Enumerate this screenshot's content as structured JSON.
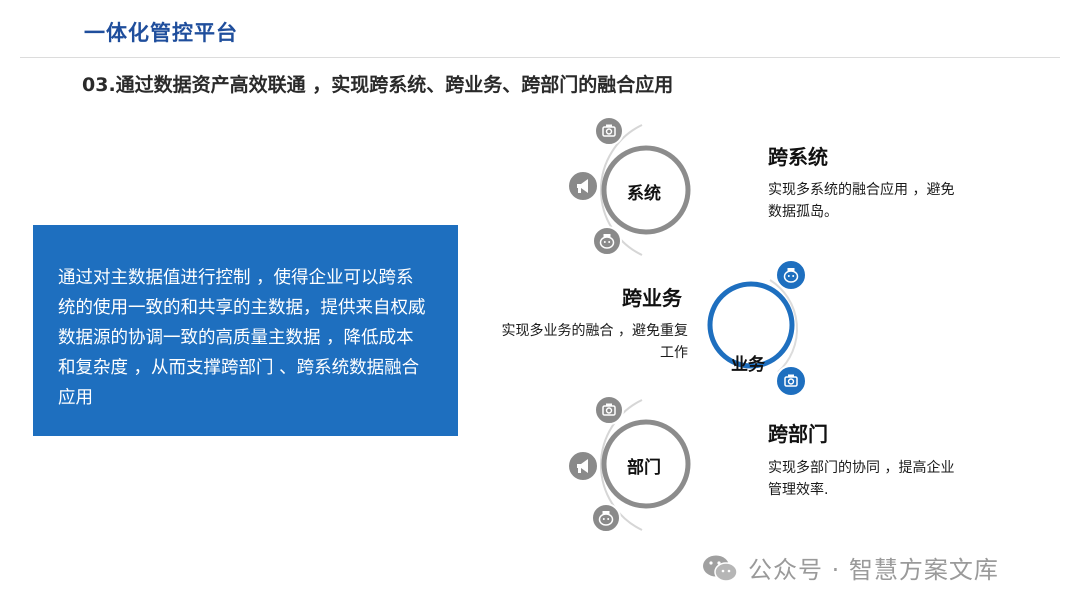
{
  "header": {
    "title": "一体化管控平台",
    "subtitle": "03.通过数据资产高效联通 ，实现跨系统、跨业务、跨部门的融合应用"
  },
  "left_box": {
    "text": "通过对主数据值进行控制 ，使得企业可以跨系统的使用一致的和共享的主数据，提供来自权威数据源的协调一致的高质量主数据 ，降低成本和复杂度 ，从而支撑跨部门 、跨系统数据融合应用"
  },
  "diagram": {
    "system": {
      "circle_label": "系统",
      "heading": "跨系统",
      "desc_line1": "实现多系统的融合应用 ，避免",
      "desc_line2": "数据孤岛。"
    },
    "business": {
      "circle_label": "业务",
      "heading": "跨业务",
      "desc_line1": "实现多业务的融合 ，避免重复",
      "desc_line2": "工作"
    },
    "department": {
      "circle_label": "部门",
      "heading": "跨部门",
      "desc_line1": "实现多部门的协同 ，提高企业",
      "desc_line2": "管理效率."
    }
  },
  "watermark": {
    "text": "公众号 · 智慧方案文库"
  },
  "colors": {
    "title_blue": "#1f4e9c",
    "box_blue": "#1e6fbf",
    "ring_gray": "#8c8c8c",
    "icon_gray": "#8a8a8a",
    "icon_blue": "#1e6fbf"
  },
  "icons": [
    "camera-icon",
    "megaphone-icon",
    "piggy-bank-icon"
  ]
}
